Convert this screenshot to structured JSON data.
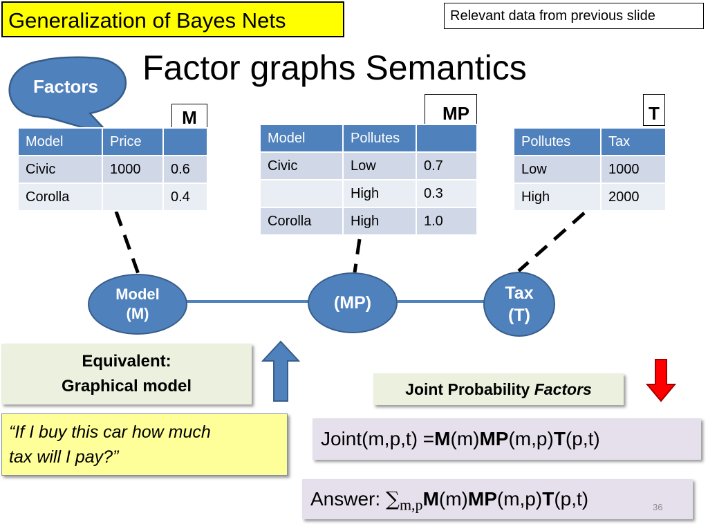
{
  "header": {
    "tag": "Generalization of Bayes Nets",
    "note": "Relevant data from previous slide",
    "title": "Factor graphs Semantics"
  },
  "callout": {
    "label": "Factors"
  },
  "tables": {
    "m": {
      "label": "M",
      "headers": [
        "Model",
        "Price",
        ""
      ],
      "rows": [
        [
          "Civic",
          "1000",
          "0.6"
        ],
        [
          "Corolla",
          "",
          "0.4"
        ]
      ]
    },
    "mp": {
      "label": "MP",
      "headers": [
        "Model",
        "Pollutes",
        ""
      ],
      "rows": [
        [
          "Civic",
          "Low",
          "0.7"
        ],
        [
          "",
          "High",
          "0.3"
        ],
        [
          "Corolla",
          "High",
          "1.0"
        ]
      ]
    },
    "t": {
      "label": "T",
      "headers": [
        "Pollutes",
        "Tax"
      ],
      "rows": [
        [
          "Low",
          "1000"
        ],
        [
          "High",
          "2000"
        ]
      ]
    }
  },
  "nodes": {
    "model": {
      "line1": "Model",
      "line2": "(M)"
    },
    "mp": {
      "line1": "(MP)"
    },
    "tax": {
      "line1": "Tax",
      "line2": "(T)"
    }
  },
  "equivalent": {
    "line1": "Equivalent:",
    "line2": "Graphical model"
  },
  "quote": {
    "line1": "“If I buy this car how much",
    "line2": "tax will I pay?”"
  },
  "joint_factors": {
    "prefix": "Joint Probability ",
    "italic": "Factors"
  },
  "formula_joint": {
    "lhs": "Joint(m,p,t) =",
    "m": "M",
    "m_args": "(m)",
    "mp": "MP",
    "mp_args": "(m,p)",
    "t": "T",
    "t_args": "(p,t)"
  },
  "formula_answer": {
    "prefix": "Answer: ",
    "sum": "∑",
    "sub": "m,p",
    "m": "M",
    "m_args": "(m)",
    "mp": "MP",
    "mp_args": "(m,p)",
    "t": "T",
    "t_args": "(p,t)"
  },
  "slide_number": "36",
  "colors": {
    "accent": "#4f81bd",
    "highlight": "#ffff00",
    "arrow_down": "#ff0000"
  }
}
